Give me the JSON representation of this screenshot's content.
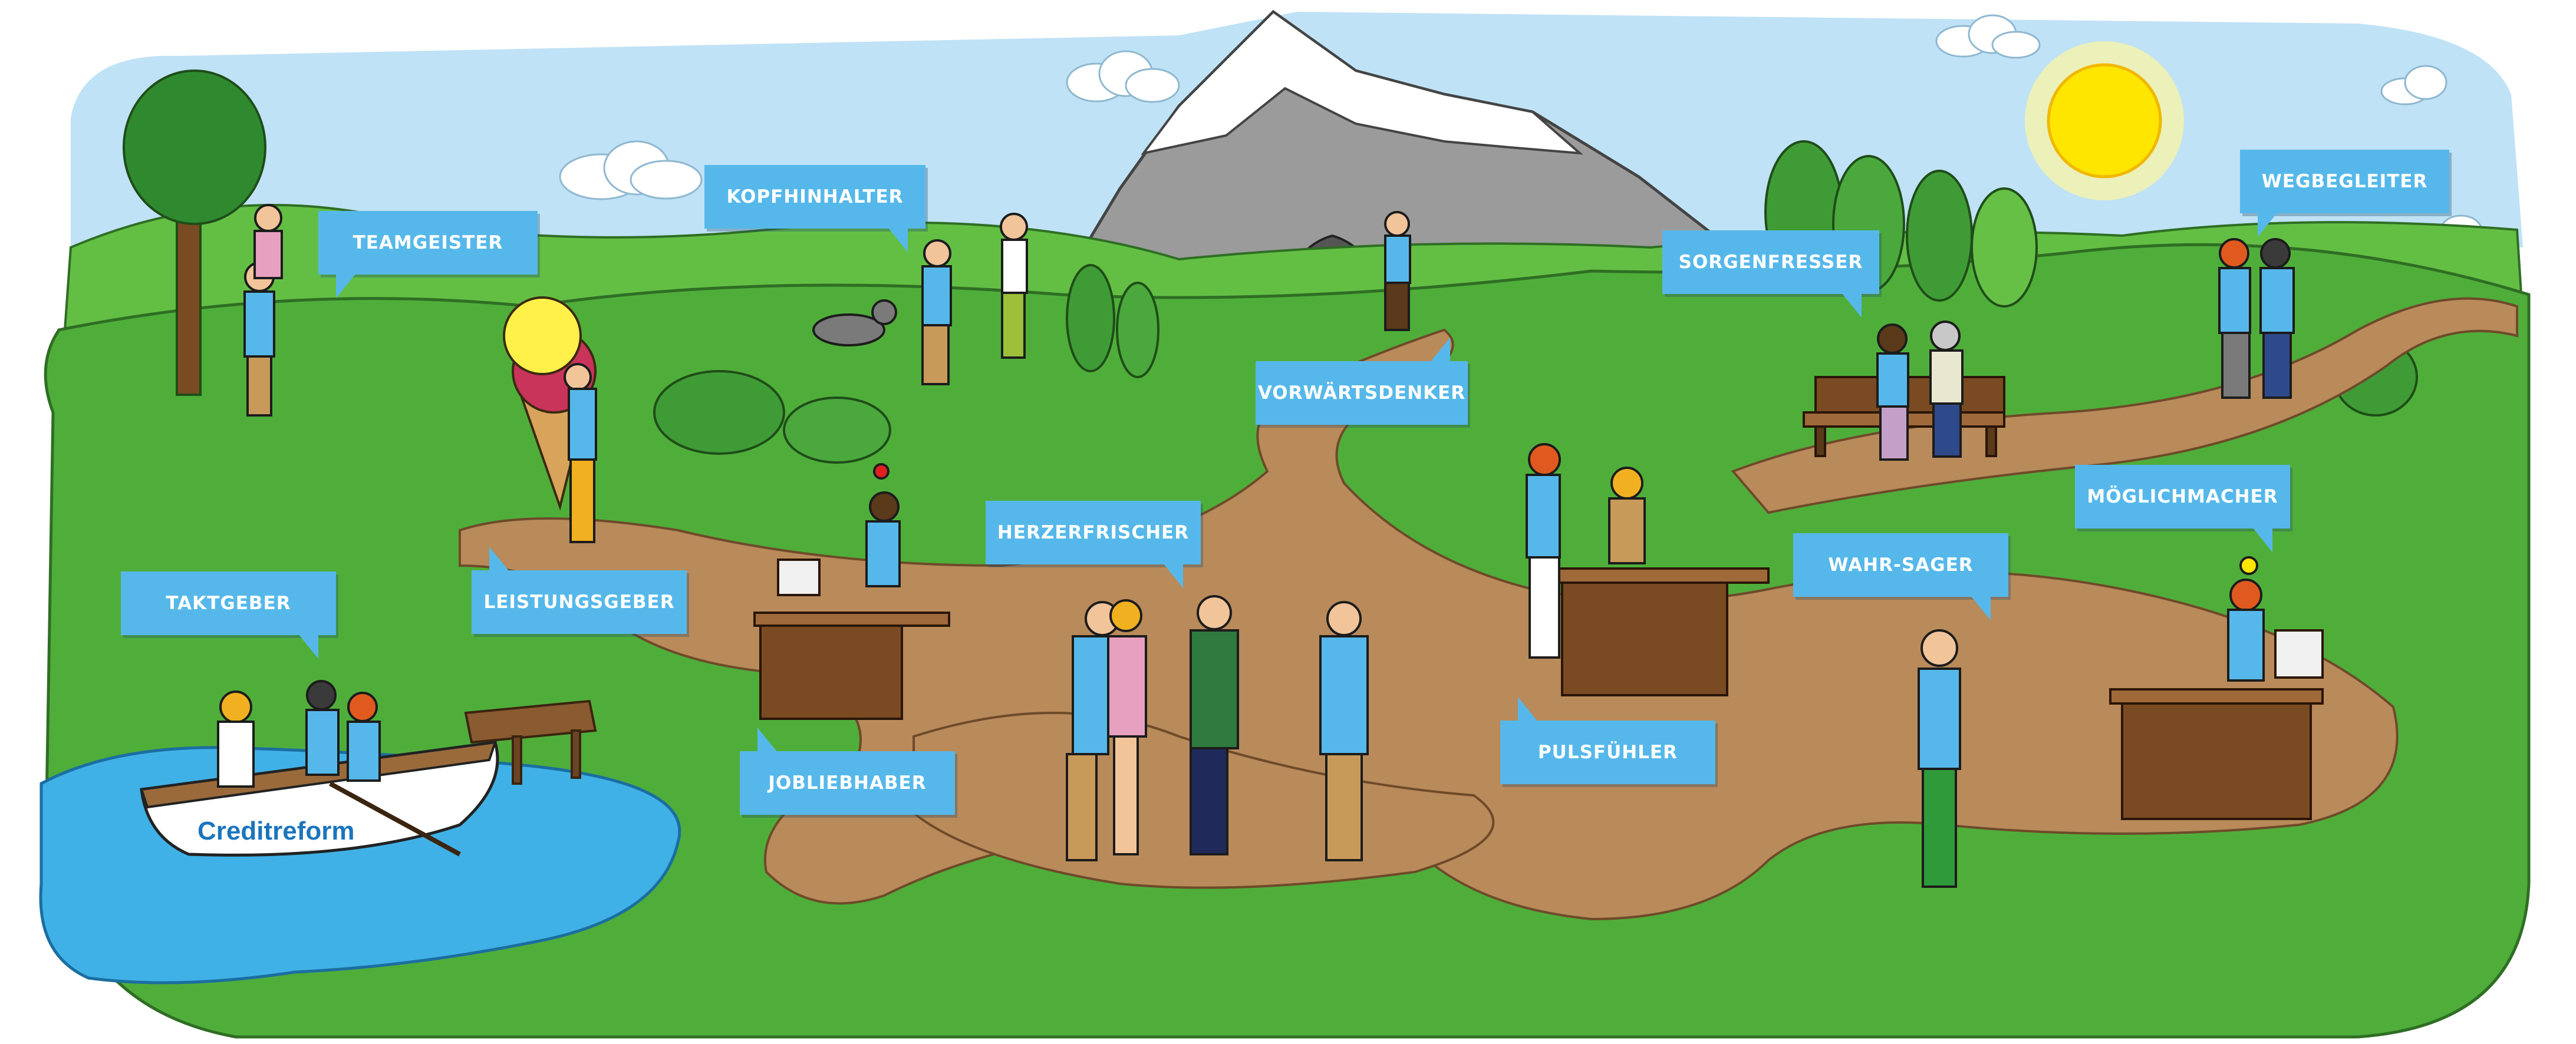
{
  "labels": {
    "teamgeister": "TEAMGEISTER",
    "kopfhinhalter": "KOPFHINHALTER",
    "vorwaertsdenker": "VORWÄRTSDENKER",
    "sorgenfresser": "SORGENFRESSER",
    "wegbegleiter": "WEGBEGLEITER",
    "taktgeber": "TAKTGEBER",
    "leistungsgeber": "LEISTUNGSGEBER",
    "herzerfrischer": "HERZERFRISCHER",
    "jobliebhaber": "JOBLIEBHABER",
    "pulsfuehler": "PULSFÜHLER",
    "wahrsager": "WAHR-SAGER",
    "moeglichmacher": "MÖGLICHMACHER"
  },
  "boat": {
    "brand": "Creditreform"
  },
  "colors": {
    "sky": "#bfe2f6",
    "grass": "#4fae3a",
    "path": "#b98a5a",
    "water": "#3fb1e6",
    "label": "#56b8ea",
    "sun": "#ffe600"
  }
}
